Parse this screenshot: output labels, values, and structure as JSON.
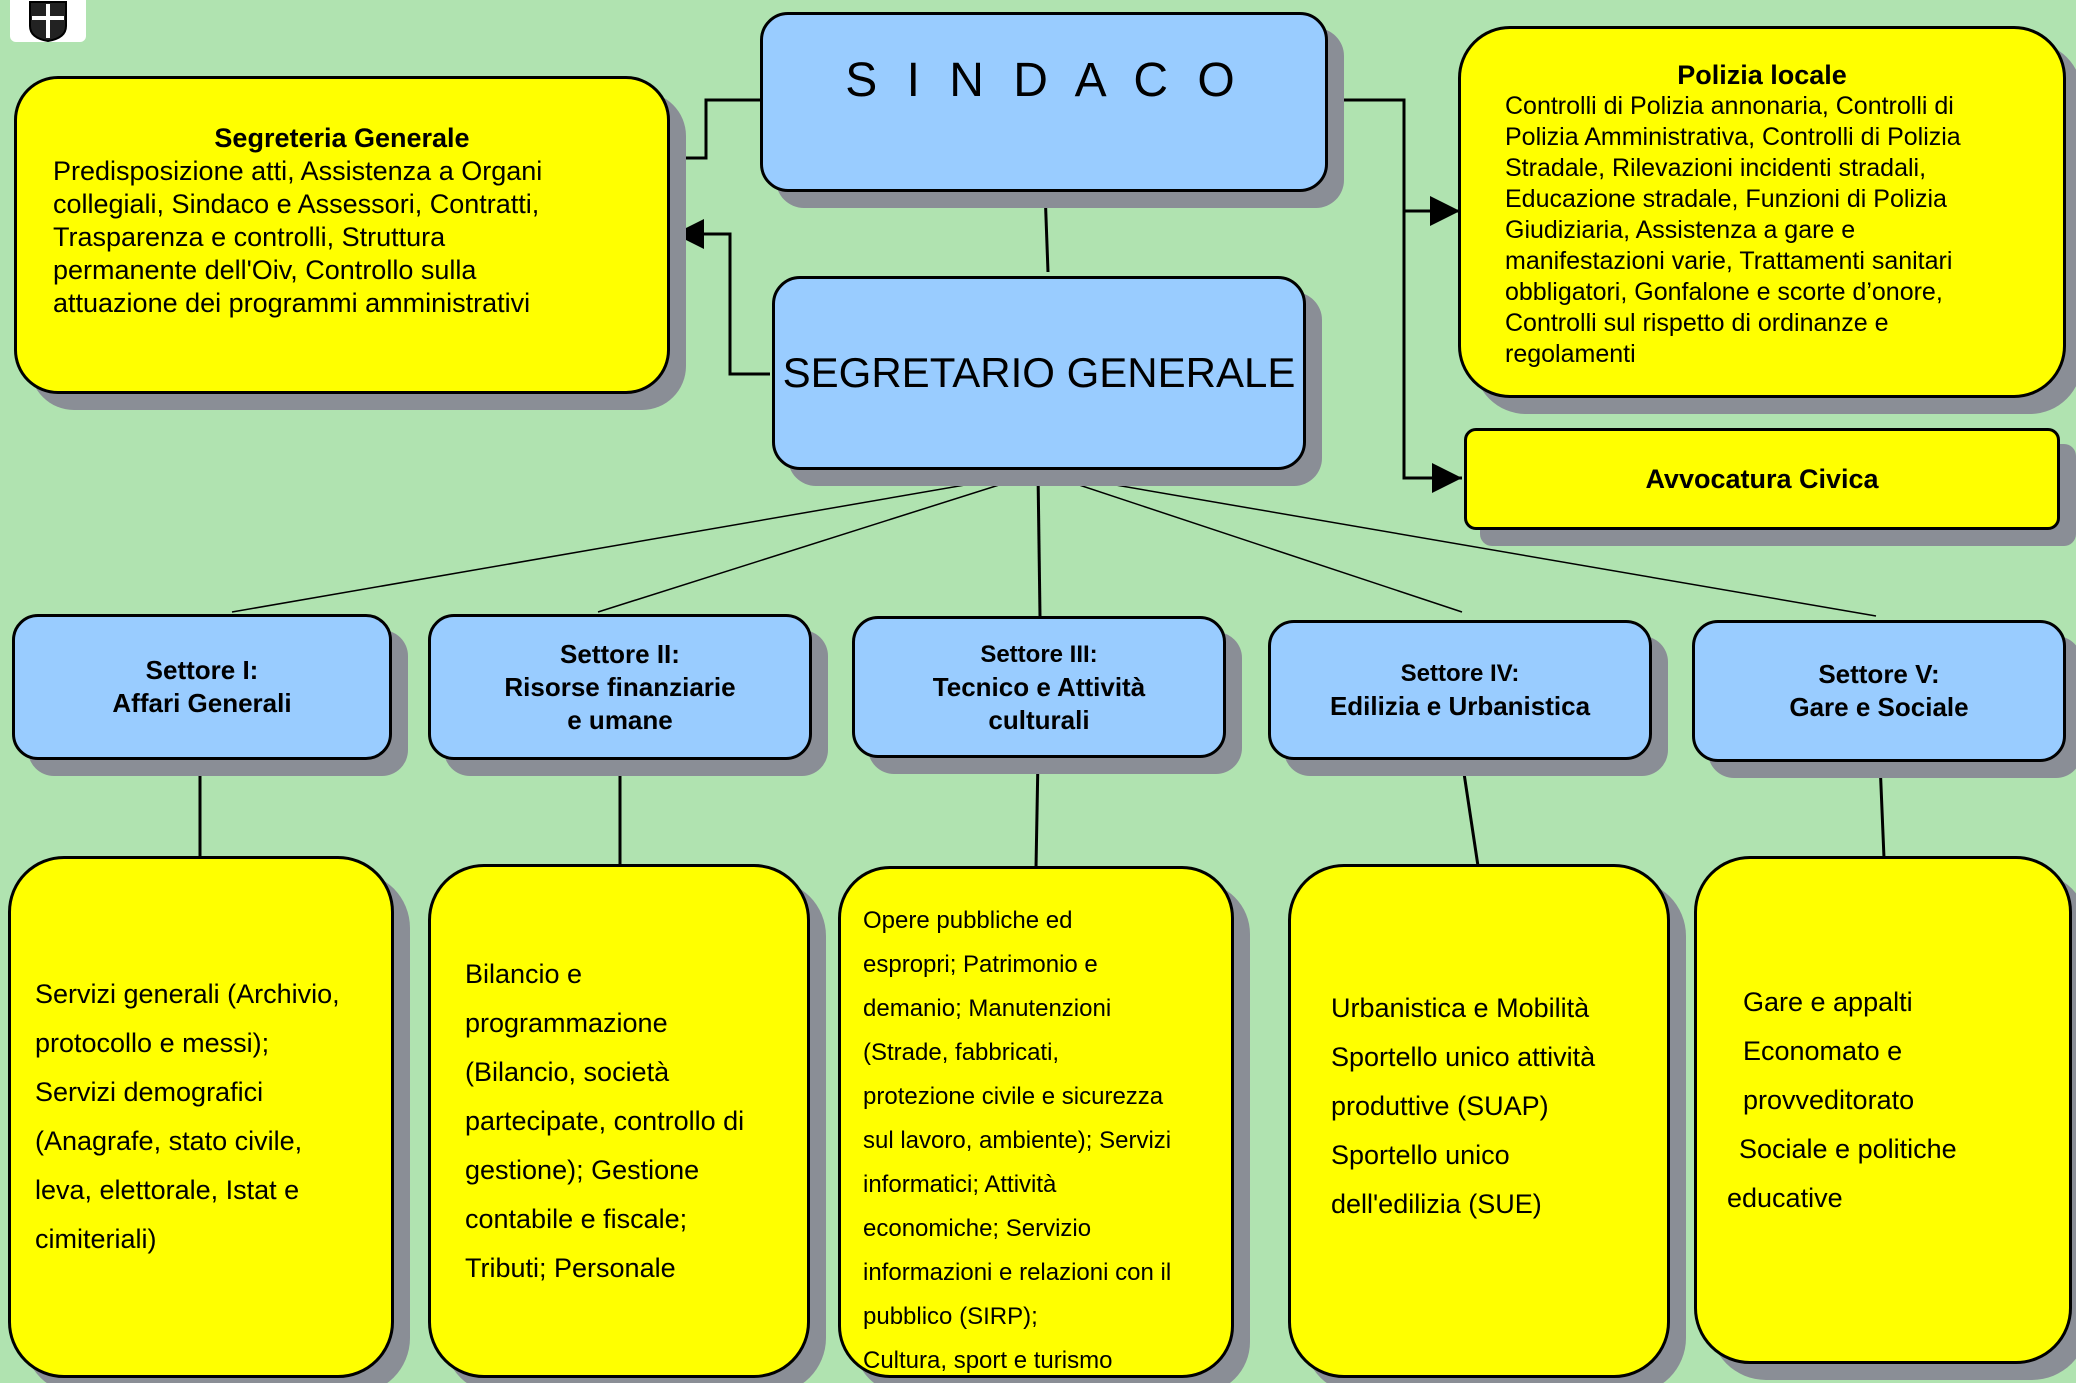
{
  "sindaco": {
    "label": "S I N D A C O"
  },
  "segretario": {
    "label": "SEGRETARIO GENERALE"
  },
  "segreteria": {
    "title": "Segreteria Generale",
    "lines": [
      "Predisposizione atti, Assistenza a Organi",
      "collegiali, Sindaco e Assessori, Contratti,",
      "Trasparenza e controlli, Struttura",
      "permanente dell'Oiv, Controllo sulla",
      "attuazione dei programmi amministrativi"
    ]
  },
  "polizia": {
    "title": "Polizia locale",
    "lines": [
      "Controlli di Polizia annonaria, Controlli di",
      "Polizia Amministrativa, Controlli di Polizia",
      "Stradale, Rilevazioni incidenti stradali,",
      "Educazione stradale, Funzioni di Polizia",
      "Giudiziaria, Assistenza a gare e",
      "manifestazioni varie, Trattamenti sanitari",
      "obbligatori, Gonfalone e scorte d’onore,",
      "Controlli sul rispetto di ordinanze e",
      "regolamenti"
    ]
  },
  "avvocatura": {
    "title": "Avvocatura Civica"
  },
  "settori": [
    {
      "lines": [
        "Settore I:",
        "Affari Generali"
      ]
    },
    {
      "lines": [
        "Settore II:",
        "Risorse finanziarie",
        "e umane"
      ]
    },
    {
      "lines": [
        "Settore III:",
        "Tecnico e Attività",
        "culturali"
      ]
    },
    {
      "lines": [
        "Settore IV:",
        "Edilizia e Urbanistica"
      ]
    },
    {
      "lines": [
        "Settore V:",
        "Gare e Sociale"
      ]
    }
  ],
  "servizi": [
    {
      "lines": [
        "Servizi generali (Archivio,",
        "protocollo e messi);",
        "Servizi demografici",
        "(Anagrafe, stato civile,",
        "leva, elettorale, Istat e",
        "cimiteriali)"
      ]
    },
    {
      "lines": [
        "Bilancio e",
        "programmazione",
        "(Bilancio, società",
        "partecipate, controllo di",
        "gestione); Gestione",
        "contabile e fiscale;",
        "Tributi; Personale"
      ]
    },
    {
      "lines": [
        "Opere pubbliche ed",
        "espropri; Patrimonio e",
        "demanio; Manutenzioni",
        "(Strade, fabbricati,",
        "protezione civile e sicurezza",
        "sul lavoro, ambiente); Servizi",
        "informatici; Attività",
        "economiche; Servizio",
        "informazioni e relazioni con il",
        "pubblico (SIRP);",
        "Cultura, sport e turismo"
      ]
    },
    {
      "lines": [
        "Urbanistica e Mobilità",
        "Sportello unico attività",
        "produttive (SUAP)",
        "Sportello unico",
        "dell'edilizia (SUE)"
      ]
    },
    {
      "lines": [
        "Gare e appalti",
        "Economato e",
        "provveditorato",
        "Sociale e politiche",
        "educative"
      ]
    }
  ]
}
